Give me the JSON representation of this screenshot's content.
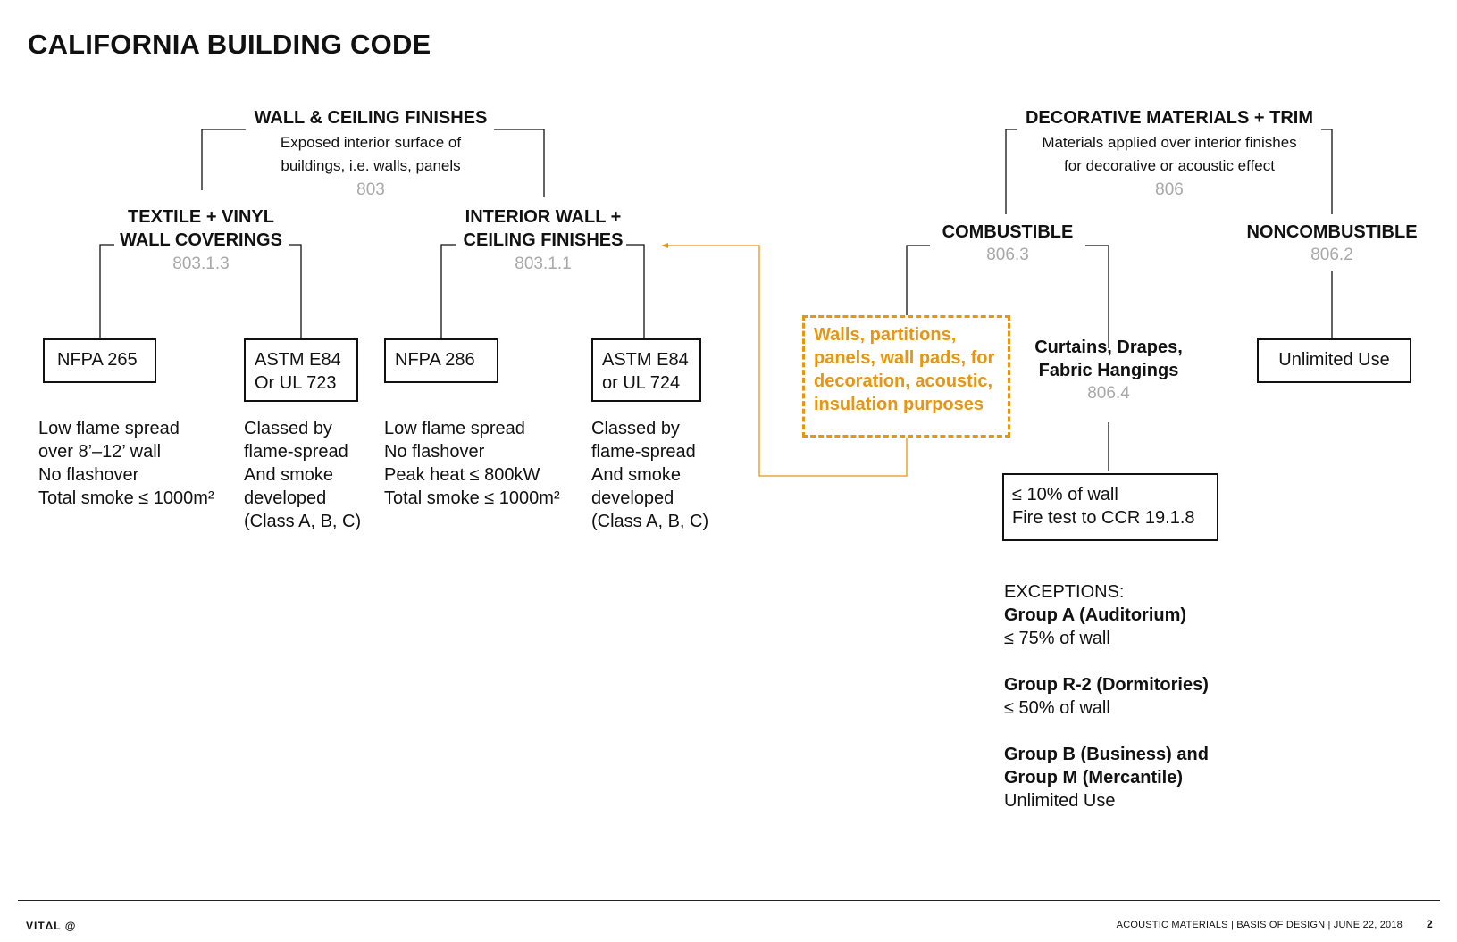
{
  "page": {
    "title": "CALIFORNIA BUILDING CODE"
  },
  "colors": {
    "accent": "#e8950f",
    "code_gray": "#a8a8a8",
    "ink": "#111111"
  },
  "wall_ceiling": {
    "heading": "WALL & CEILING FINISHES",
    "desc_line1": "Exposed interior surface of",
    "desc_line2": "buildings, i.e. walls, panels",
    "code": "803"
  },
  "textile": {
    "heading_line1": "TEXTILE + VINYL",
    "heading_line2": "WALL COVERINGS",
    "code": "803.1.3",
    "left_box": "NFPA 265",
    "left_notes": [
      "Low flame spread",
      "over 8’–12’ wall",
      "No flashover",
      "Total smoke ≤ 1000m²"
    ],
    "right_box_line1": "ASTM E84",
    "right_box_line2": "Or UL 723",
    "right_notes": [
      "Classed by",
      "flame-spread",
      "And smoke",
      "developed",
      "(Class A, B, C)"
    ]
  },
  "interior": {
    "heading_line1": "INTERIOR WALL +",
    "heading_line2": "CEILING FINISHES",
    "code": "803.1.1",
    "left_box": "NFPA 286",
    "left_notes": [
      "Low flame spread",
      "No flashover",
      "Peak heat ≤ 800kW",
      "Total smoke ≤ 1000m²"
    ],
    "right_box_line1": "ASTM E84",
    "right_box_line2": "or UL 724",
    "right_notes": [
      "Classed by",
      "flame-spread",
      "And smoke",
      "developed",
      "(Class A, B, C)"
    ]
  },
  "decorative": {
    "heading": "DECORATIVE MATERIALS + TRIM",
    "desc_line1": "Materials applied over interior finishes",
    "desc_line2": "for decorative or acoustic effect",
    "code": "806"
  },
  "combustible": {
    "heading": "COMBUSTIBLE",
    "code": "806.3",
    "highlight": [
      "Walls, partitions,",
      "panels, wall pads, for",
      "decoration, acoustic,",
      "insulation purposes"
    ],
    "curtains_line1": "Curtains, Drapes,",
    "curtains_line2": "Fabric Hangings",
    "curtains_code": "806.4",
    "box_line1": "≤ 10% of wall",
    "box_line2": "Fire test to CCR 19.1.8"
  },
  "exceptions": {
    "label": "EXCEPTIONS:",
    "group_a": "Group A (Auditorium)",
    "group_a_value": "≤ 75% of wall",
    "group_r2": "Group R-2 (Dormitories)",
    "group_r2_value": "≤ 50% of wall",
    "group_bm_line1": "Group B (Business) and",
    "group_bm_line2": "Group M (Mercantile)",
    "group_bm_value": "Unlimited Use"
  },
  "noncombustible": {
    "heading": "NONCOMBUSTIBLE",
    "code": "806.2",
    "box": "Unlimited Use"
  },
  "footer": {
    "brand": "VITΔL @",
    "info": "ACOUSTIC MATERIALS  |  BASIS OF DESIGN  |  JUNE 22, 2018",
    "page_number": "2"
  }
}
